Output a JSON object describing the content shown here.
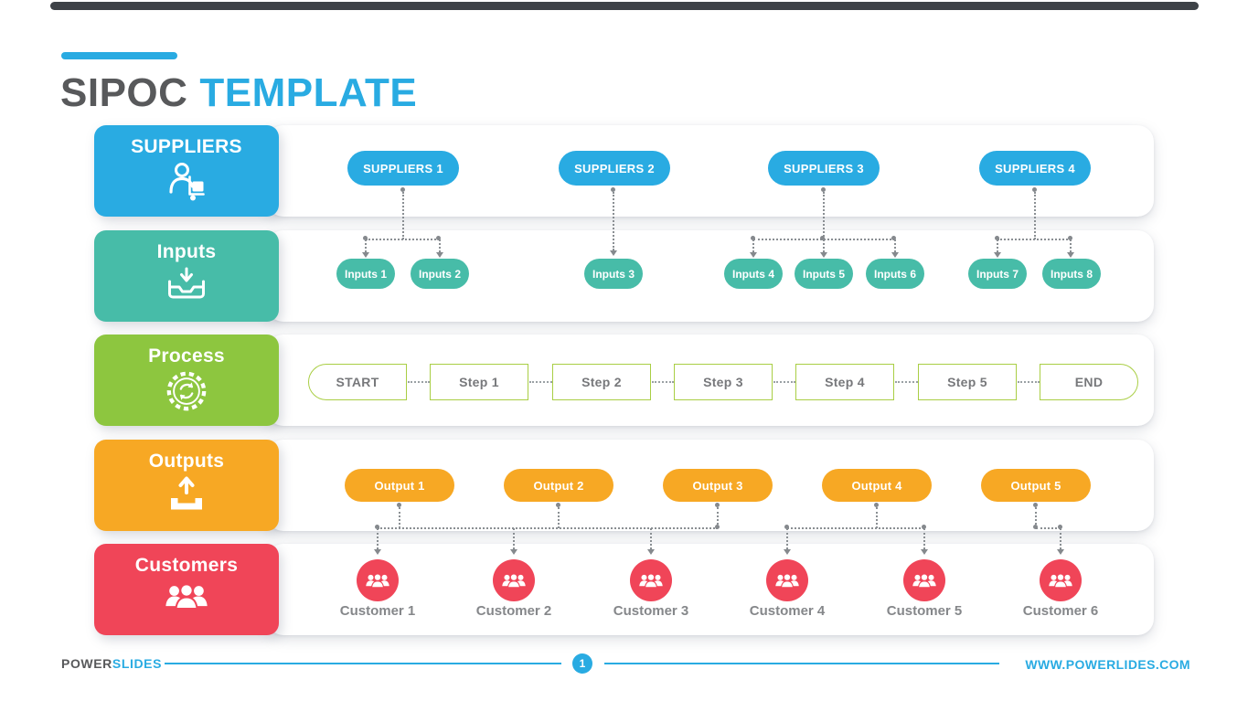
{
  "title": {
    "text_dark": "SIPOC",
    "text_accent": "TEMPLATE"
  },
  "rows": {
    "suppliers": {
      "label": "SUPPLIERS",
      "icon": "supplier-person-with-package-icon",
      "pills": [
        "SUPPLIERS 1",
        "SUPPLIERS 2",
        "SUPPLIERS 3",
        "SUPPLIERS 4"
      ]
    },
    "inputs": {
      "label": "Inputs",
      "icon": "inbox-tray-down-arrow-icon",
      "pills": [
        "Inputs 1",
        "Inputs 2",
        "Inputs 3",
        "Inputs 4",
        "Inputs 5",
        "Inputs 6",
        "Inputs 7",
        "Inputs 8"
      ]
    },
    "process": {
      "label": "Process",
      "icon": "gear-sync-icon",
      "steps": [
        "START",
        "Step 1",
        "Step 2",
        "Step 3",
        "Step 4",
        "Step 5",
        "END"
      ]
    },
    "outputs": {
      "label": "Outputs",
      "icon": "outbox-tray-up-arrow-icon",
      "pills": [
        "Output 1",
        "Output 2",
        "Output 3",
        "Output 4",
        "Output 5"
      ]
    },
    "customers": {
      "label": "Customers",
      "icon": "people-group-icon",
      "items": [
        "Customer 1",
        "Customer 2",
        "Customer 3",
        "Customer 4",
        "Customer 5",
        "Customer 6"
      ]
    }
  },
  "footer": {
    "brand_dark": "POWER",
    "brand_accent": "SLIDES",
    "page_number": "1",
    "website": "WWW.POWERLIDES.COM"
  },
  "colors": {
    "accent_blue": "#29ABE2",
    "teal": "#47BCA8",
    "green": "#8DC63F",
    "green_border": "#A9CE44",
    "orange": "#F7A824",
    "red": "#F04558",
    "title_gray": "#58595B",
    "step_text_gray": "#77787B",
    "customer_text_gray": "#85878A",
    "connector_gray": "#8A8F93",
    "topbar_dark": "#3E4247"
  }
}
